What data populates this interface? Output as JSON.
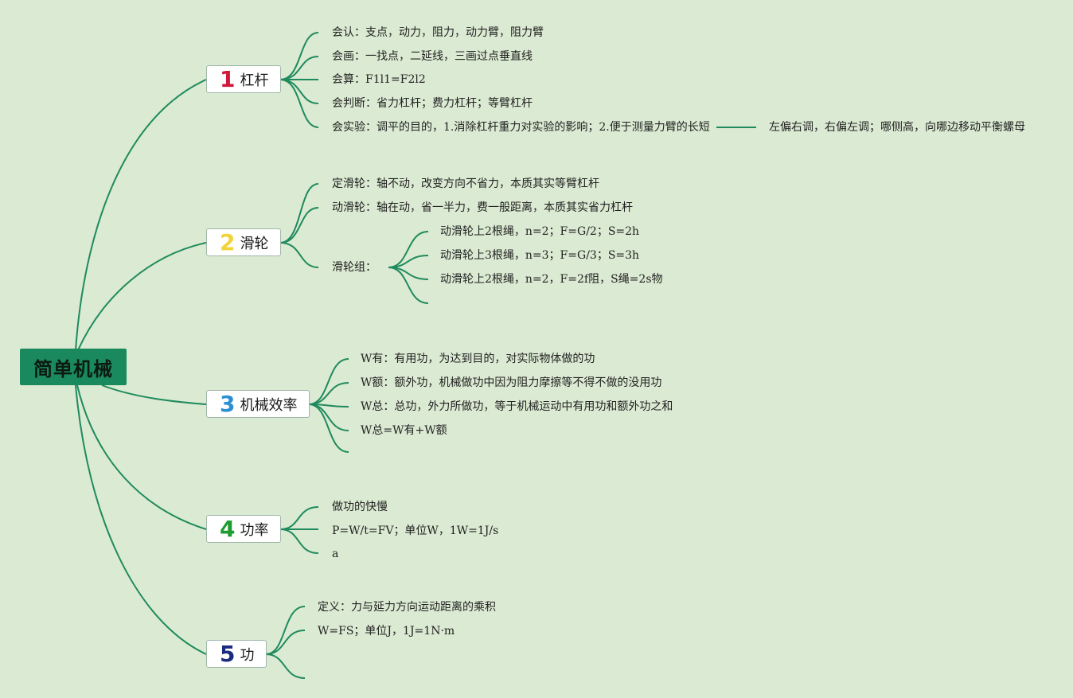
{
  "root": "简单机械",
  "colors": {
    "background": "#dbead2",
    "line": "#1f8a5e",
    "root_fill": "#1a8a5e",
    "num_1": "#d0183c",
    "num_2": "#f2d339",
    "num_3": "#2c8fd3",
    "num_4": "#1e9c30",
    "num_5": "#1c2d80"
  },
  "branches": [
    {
      "num": "1",
      "label": "杠杆",
      "items": [
        "会认：支点，动力，阻力，动力臂，阻力臂",
        "会画：一找点，二延线，三画过点垂直线",
        "会算：F1l1=F2l2",
        "会判断：省力杠杆；费力杠杆；等臂杠杆",
        "会实验：调平的目的，1.消除杠杆重力对实验的影响；2.便于测量力臂的长短"
      ],
      "extra": "左偏右调，右偏左调；哪侧高，向哪边移动平衡螺母"
    },
    {
      "num": "2",
      "label": "滑轮",
      "items": [
        "定滑轮：轴不动，改变方向不省力，本质其实等臂杠杆",
        "动滑轮：轴在动，省一半力，费一般距离，本质其实省力杠杆",
        "滑轮组："
      ],
      "sub_items": [
        "动滑轮上2根绳，n=2；F=G/2；S=2h",
        "动滑轮上3根绳，n=3；F=G/3；S=3h",
        "动滑轮上2根绳，n=2，F=2f阻，S绳=2s物"
      ]
    },
    {
      "num": "3",
      "label": "机械效率",
      "items": [
        "W有：有用功，为达到目的，对实际物体做的功",
        "W额：额外功，机械做功中因为阻力摩擦等不得不做的没用功",
        "W总：总功，外力所做功，等于机械运动中有用功和额外功之和",
        "W总=W有+W额"
      ]
    },
    {
      "num": "4",
      "label": "功率",
      "items": [
        "做功的快慢",
        "P=W/t=FV；单位W，1W=1J/s",
        "a"
      ]
    },
    {
      "num": "5",
      "label": "功",
      "items": [
        "定义：力与延力方向运动距离的乘积",
        "W=FS；单位J，1J=1N·m"
      ]
    }
  ]
}
